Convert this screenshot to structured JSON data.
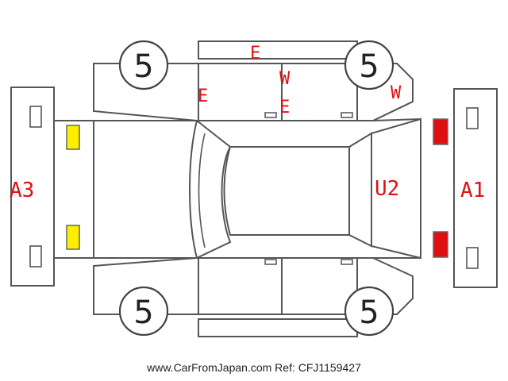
{
  "tires": {
    "front_left": "5",
    "front_right": "5",
    "rear_left": "5",
    "rear_right": "5"
  },
  "marks": {
    "rear_bumper": "A3",
    "front_bumper": "A1",
    "windshield": "U2",
    "roof_top_panel": "E",
    "right_rear_door": "E",
    "right_front_door_w": "W",
    "right_front_door_e": "E",
    "right_front_fender": "W"
  },
  "colors": {
    "mark_text": "#dd1111",
    "rear_lamp": "#ffee00",
    "front_lamp": "#dd1111",
    "outline": "#555555"
  },
  "footer": {
    "website": "www.CarFromJapan.com",
    "ref": "Ref: CFJ1159427"
  }
}
